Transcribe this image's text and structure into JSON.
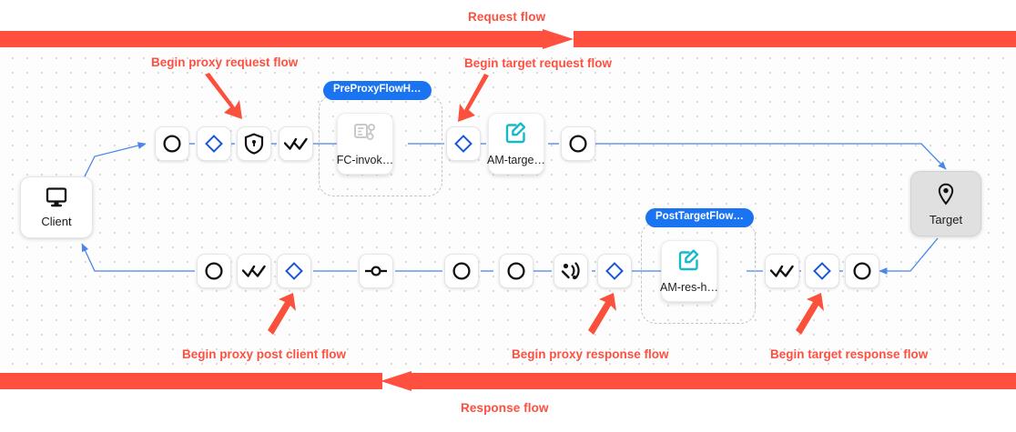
{
  "colors": {
    "flow_red": "#ff4f3f",
    "edge_blue": "#4a86e8",
    "chip_blue": "#1a73f0",
    "diamond_blue": "#1a56d6",
    "teal": "#17b8c8",
    "target_grey": "#e0e0e0"
  },
  "banners": {
    "request": {
      "label": "Request flow",
      "direction": "right"
    },
    "response": {
      "label": "Response flow",
      "direction": "left"
    }
  },
  "callouts": [
    {
      "id": "begin-proxy-request-flow",
      "label": "Begin proxy request flow"
    },
    {
      "id": "begin-target-request-flow",
      "label": "Begin target request flow"
    },
    {
      "id": "begin-proxy-post-client-flow",
      "label": "Begin proxy post client flow"
    },
    {
      "id": "begin-proxy-response-flow",
      "label": "Begin proxy response flow"
    },
    {
      "id": "begin-target-response-flow",
      "label": "Begin target response flow"
    }
  ],
  "endpoints": {
    "client": {
      "label": "Client",
      "icon": "monitor-icon"
    },
    "target": {
      "label": "Target",
      "icon": "location-pin-icon"
    }
  },
  "groups": [
    {
      "id": "pre-proxy-flow-hook",
      "chip": "PreProxyFlowH…"
    },
    {
      "id": "post-target-flow-hook",
      "chip": "PostTargetFlow…"
    }
  ],
  "policy_cards": [
    {
      "id": "fc-invoke",
      "label": "FC-invok…",
      "icon": "script-node-icon",
      "stacked": true
    },
    {
      "id": "am-target",
      "label": "AM-targe…",
      "icon": "assign-message-icon",
      "stacked": false
    },
    {
      "id": "am-res-header",
      "label": "AM-res-h…",
      "icon": "assign-message-icon",
      "stacked": true
    }
  ],
  "request_row_nodes": [
    {
      "id": "rq-1",
      "icon": "circle-icon"
    },
    {
      "id": "rq-2",
      "icon": "diamond-icon"
    },
    {
      "id": "rq-3",
      "icon": "shield-lock-icon"
    },
    {
      "id": "rq-4",
      "icon": "double-check-icon"
    },
    {
      "id": "rq-5",
      "icon": "diamond-icon"
    },
    {
      "id": "rq-6",
      "icon": "circle-icon"
    }
  ],
  "response_row_nodes": [
    {
      "id": "rs-1",
      "icon": "circle-icon"
    },
    {
      "id": "rs-2",
      "icon": "double-check-icon"
    },
    {
      "id": "rs-3",
      "icon": "diamond-icon"
    },
    {
      "id": "rs-4",
      "icon": "flow-hook-icon"
    },
    {
      "id": "rs-5",
      "icon": "circle-icon"
    },
    {
      "id": "rs-6",
      "icon": "circle-icon"
    },
    {
      "id": "rs-7",
      "icon": "signal-icon"
    },
    {
      "id": "rs-8",
      "icon": "diamond-icon"
    },
    {
      "id": "rs-9",
      "icon": "double-check-icon"
    },
    {
      "id": "rs-10",
      "icon": "diamond-icon"
    },
    {
      "id": "rs-11",
      "icon": "circle-icon"
    }
  ]
}
